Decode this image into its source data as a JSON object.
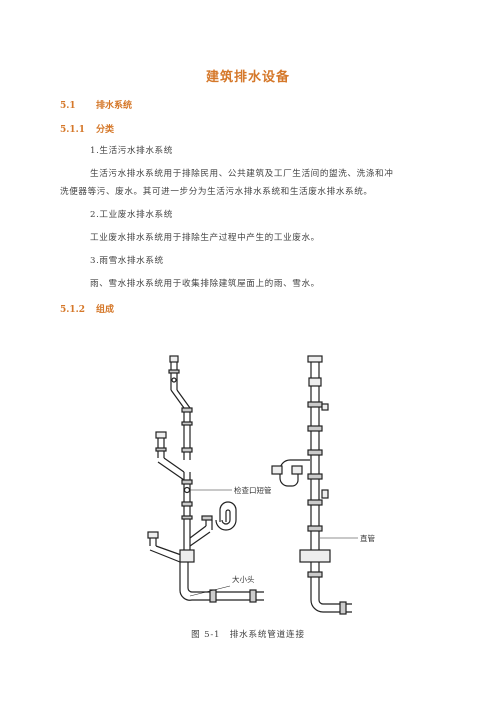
{
  "title": "建筑排水设备",
  "section": {
    "num": "5.1",
    "title": "排水系统"
  },
  "sub1": {
    "num": "5.1.1",
    "title": "分类"
  },
  "items": [
    {
      "heading": "1.生活污水排水系统",
      "body": [
        "生活污水排水系统用于排除民用、公共建筑及工厂生活间的盥洗、洗涤和冲",
        "洗便器等污、废水。其可进一步分为生活污水排水系统和生活废水排水系统。"
      ]
    },
    {
      "heading": "2.工业废水排水系统",
      "body": [
        "工业废水排水系统用于排除生产过程中产生的工业废水。"
      ]
    },
    {
      "heading": "3.雨雪水排水系统",
      "body": [
        "雨、雪水排水系统用于收集排除建筑屋面上的雨、雪水。"
      ]
    }
  ],
  "sub2": {
    "num": "5.1.2",
    "title": "组成"
  },
  "figure": {
    "labels": {
      "inspection": "检查口短管",
      "reducer": "大小头",
      "vertical": "直管"
    },
    "caption": "图 5-1　排水系统管道连接"
  }
}
